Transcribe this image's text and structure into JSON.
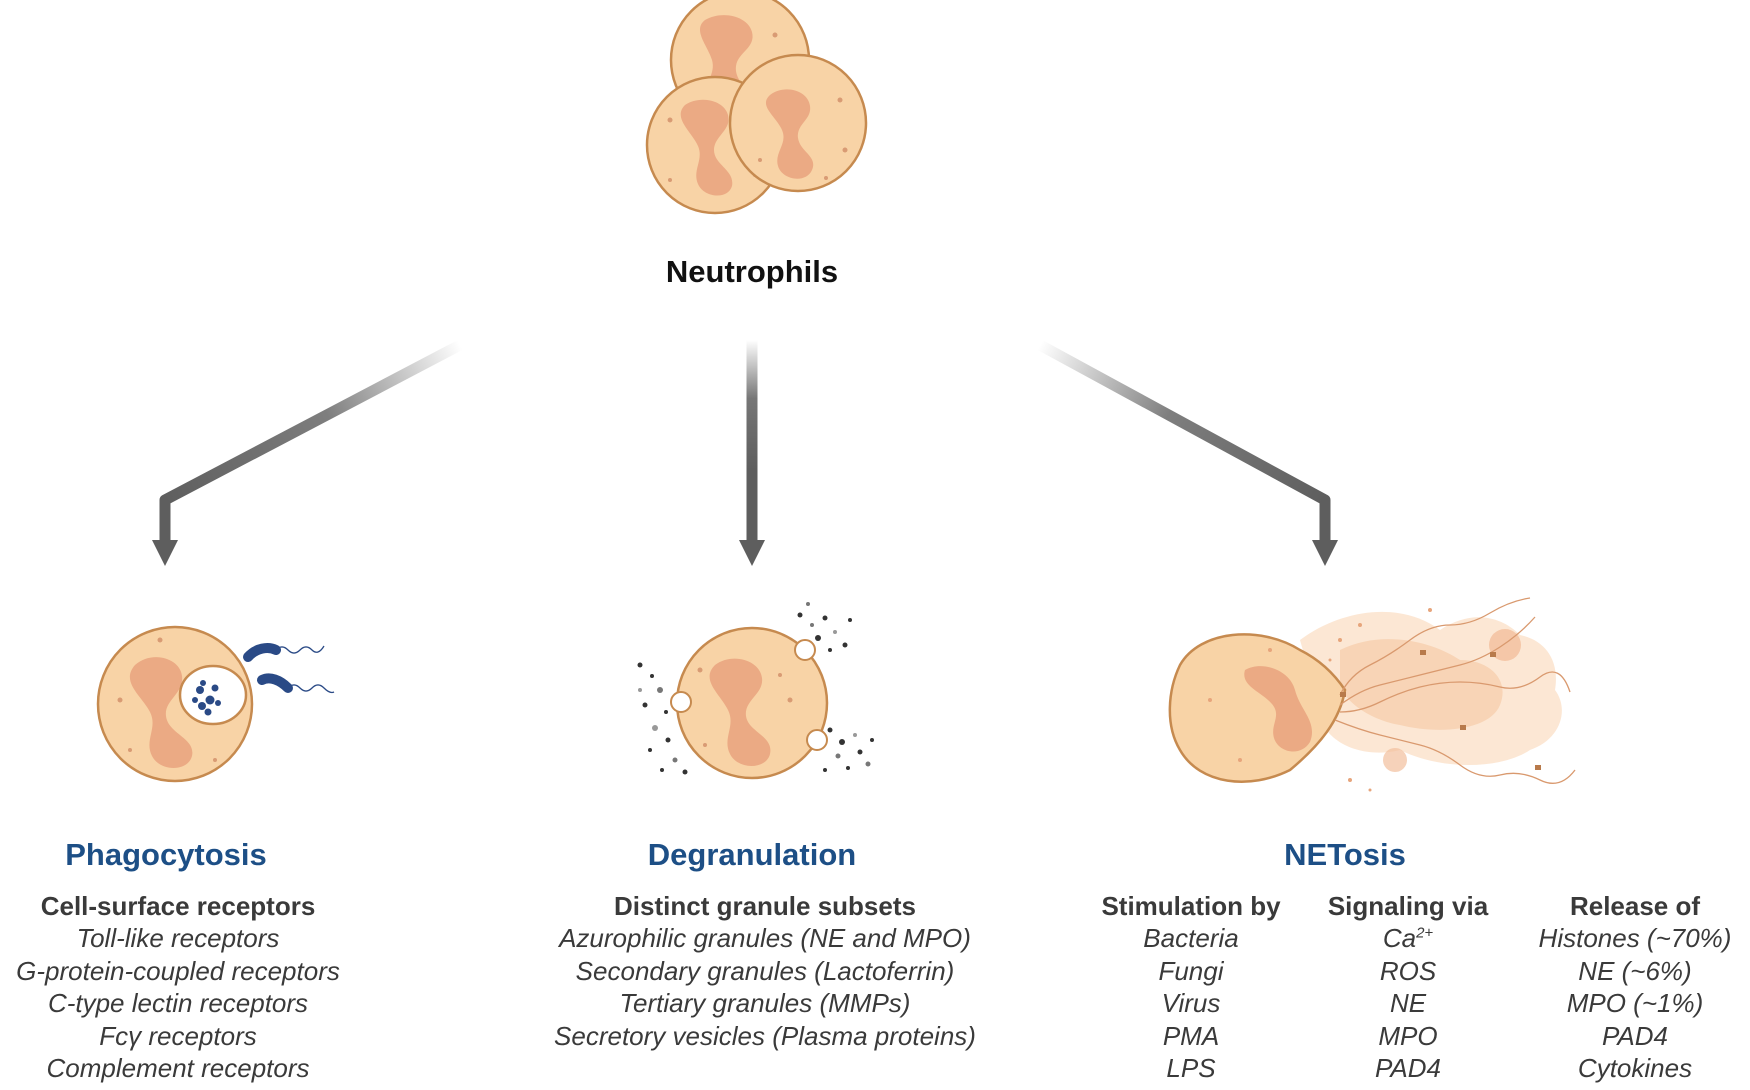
{
  "root": {
    "title": "Neutrophils",
    "icon": "neutrophil-cluster-icon"
  },
  "colors": {
    "cell_fill": "#f8d3a6",
    "cell_stroke": "#c68a4f",
    "nucleus": "#ebaa84",
    "branch_title": "#1d4f86",
    "arrow": "#5e5e5e",
    "bacteria": "#2a4a86",
    "text": "#3a3a3a"
  },
  "branches": [
    {
      "title": "Phagocytosis",
      "icon": "phagocytosis-cell-icon",
      "columns": [
        {
          "heading": "Cell-surface receptors",
          "items": [
            "Toll-like receptors",
            "G-protein-coupled receptors",
            "C-type lectin receptors",
            "Fcγ receptors",
            "Complement receptors"
          ]
        }
      ]
    },
    {
      "title": "Degranulation",
      "icon": "degranulation-cell-icon",
      "columns": [
        {
          "heading": "Distinct granule subsets",
          "items": [
            "Azurophilic granules (NE and MPO)",
            "Secondary granules (Lactoferrin)",
            "Tertiary granules (MMPs)",
            "Secretory vesicles (Plasma proteins)"
          ]
        }
      ]
    },
    {
      "title": "NETosis",
      "icon": "netosis-cell-icon",
      "columns": [
        {
          "heading": "Stimulation by",
          "items": [
            "Bacteria",
            "Fungi",
            "Virus",
            "PMA",
            "LPS"
          ]
        },
        {
          "heading": "Signaling via",
          "items": [
            "Ca",
            "ROS",
            "NE",
            "MPO",
            "PAD4"
          ],
          "item0_superscript": "2+"
        },
        {
          "heading": "Release of",
          "items": [
            "Histones (~70%)",
            "NE (~6%)",
            "MPO (~1%)",
            "PAD4",
            "Cytokines"
          ]
        }
      ]
    }
  ]
}
